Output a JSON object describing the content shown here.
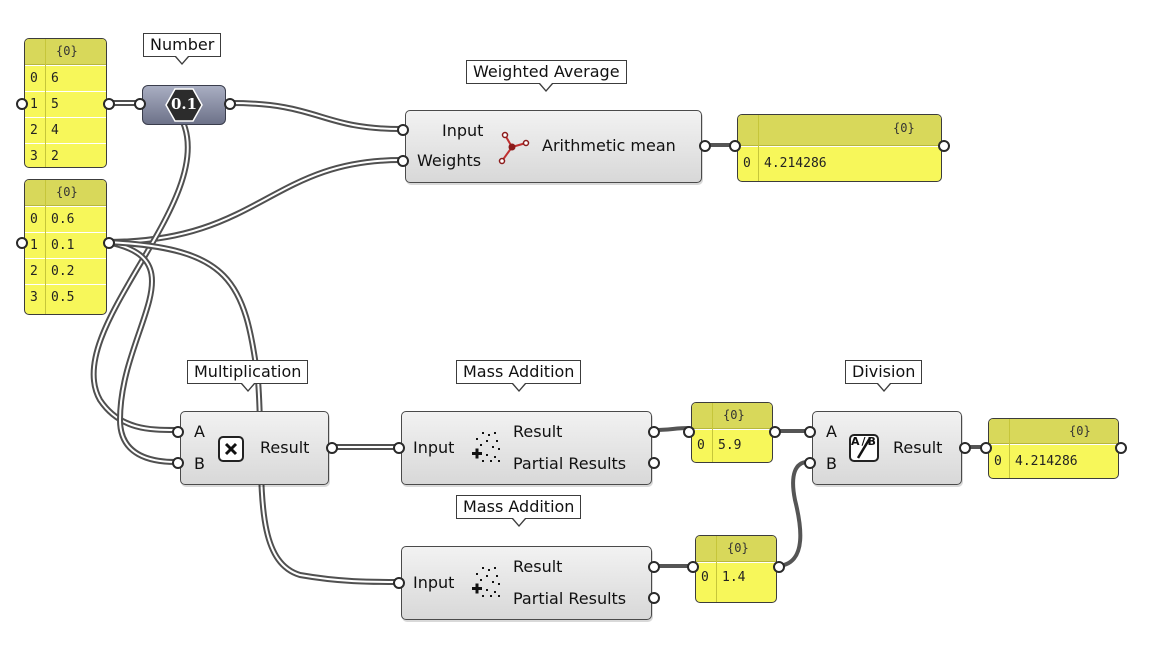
{
  "labels": {
    "number": "Number",
    "weighted_average": "Weighted Average",
    "multiplication": "Multiplication",
    "mass_addition_1": "Mass Addition",
    "mass_addition_2": "Mass Addition",
    "division": "Division"
  },
  "panels": {
    "numbers": {
      "header": "{0}",
      "rows": [
        {
          "i": "0",
          "v": "6"
        },
        {
          "i": "1",
          "v": "5"
        },
        {
          "i": "2",
          "v": "4"
        },
        {
          "i": "3",
          "v": "2"
        }
      ]
    },
    "weights": {
      "header": "{0}",
      "rows": [
        {
          "i": "0",
          "v": "0.6"
        },
        {
          "i": "1",
          "v": "0.1"
        },
        {
          "i": "2",
          "v": "0.2"
        },
        {
          "i": "3",
          "v": "0.5"
        }
      ]
    },
    "avg_result": {
      "header": "{0}",
      "rows": [
        {
          "i": "0",
          "v": "4.214286"
        }
      ]
    },
    "sum_products": {
      "header": "{0}",
      "rows": [
        {
          "i": "0",
          "v": "5.9"
        }
      ]
    },
    "sum_weights": {
      "header": "{0}",
      "rows": [
        {
          "i": "0",
          "v": "1.4"
        }
      ]
    },
    "div_result": {
      "header": "{0}",
      "rows": [
        {
          "i": "0",
          "v": "4.214286"
        }
      ]
    }
  },
  "components": {
    "number_chip": {
      "text": "0.1"
    },
    "weighted_average": {
      "input": "Input",
      "weights": "Weights",
      "output": "Arithmetic mean"
    },
    "multiplication": {
      "a": "A",
      "b": "B",
      "output": "Result"
    },
    "mass_addition_1": {
      "input": "Input",
      "result": "Result",
      "partial": "Partial Results"
    },
    "mass_addition_2": {
      "input": "Input",
      "result": "Result",
      "partial": "Partial Results"
    },
    "division": {
      "a": "A",
      "b": "B",
      "output": "Result",
      "icon_text": "A/B"
    }
  },
  "icons": {
    "weighted_average": "mean-icon",
    "multiplication": "multiply-icon",
    "mass_addition": "mass-addition-icon",
    "division": "division-icon",
    "number": "number-slider-icon"
  },
  "colors": {
    "panel_fill": "#f7f75a",
    "panel_header": "#d8d85a",
    "component_fill": "#e4e4e4",
    "wire": "#555555"
  }
}
